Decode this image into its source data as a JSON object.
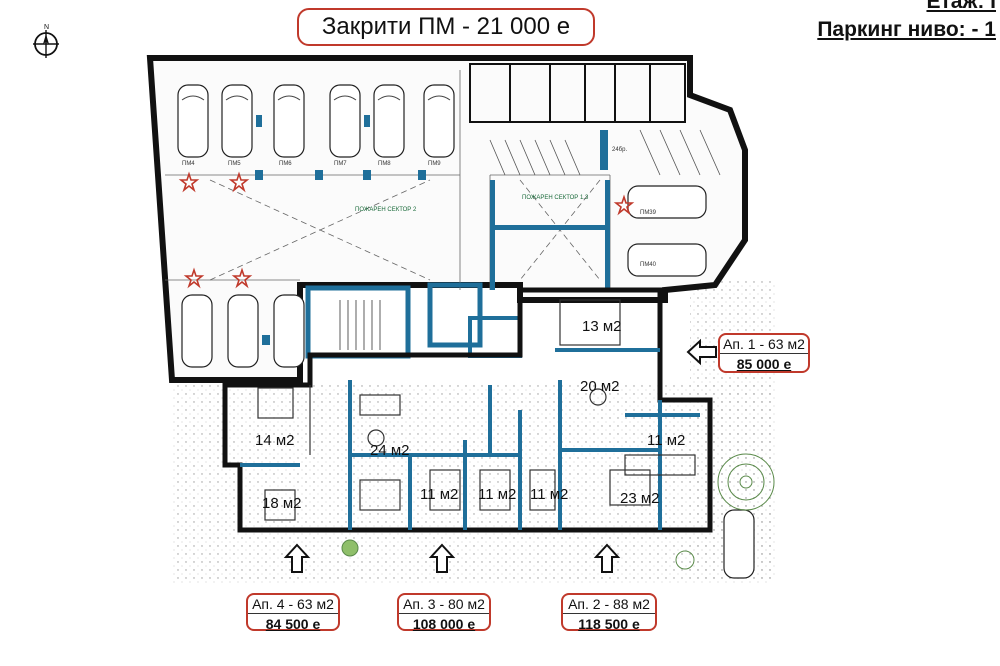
{
  "header": {
    "title": "Закрити ПМ - 21 000 е",
    "floor_label": "Етаж: I",
    "parking_label": "Паркинг ниво: - 1"
  },
  "compass": {
    "icon": "north-compass-icon",
    "letter": "N"
  },
  "parking": {
    "spots_top": [
      "ПМ4",
      "ПМ5",
      "ПМ6",
      "ПМ7",
      "ПМ8",
      "ПМ9"
    ],
    "spots_right": [
      "ПМ39",
      "ПМ40"
    ],
    "fire_sector_2": "ПОЖАРЕН СЕКТОР 2",
    "fire_sector_1_3": "ПОЖАРЕН СЕКТОР 1.3",
    "stairs_note": "24бр."
  },
  "rooms": {
    "r13": "13 м2",
    "r20": "20 м2",
    "r14": "14 м2",
    "r24": "24 м2",
    "r11a": "11 м2",
    "r18": "18 м2",
    "r11b": "11 м2",
    "r11c": "11 м2",
    "r11d": "11 м2",
    "r23": "23 м2"
  },
  "apartments": [
    {
      "name": "Ап. 1 - 63 м2",
      "price": "85 000 е"
    },
    {
      "name": "Ап. 4 - 63 м2",
      "price": "84 500 е"
    },
    {
      "name": "Ап. 3 - 80 м2",
      "price": "108 000 е"
    },
    {
      "name": "Ап. 2 - 88 м2",
      "price": "118 500 е"
    }
  ],
  "colors": {
    "accent": "#c0392b",
    "wall": "#1f6f9a",
    "outline": "#111111",
    "star": "#c0392b"
  }
}
